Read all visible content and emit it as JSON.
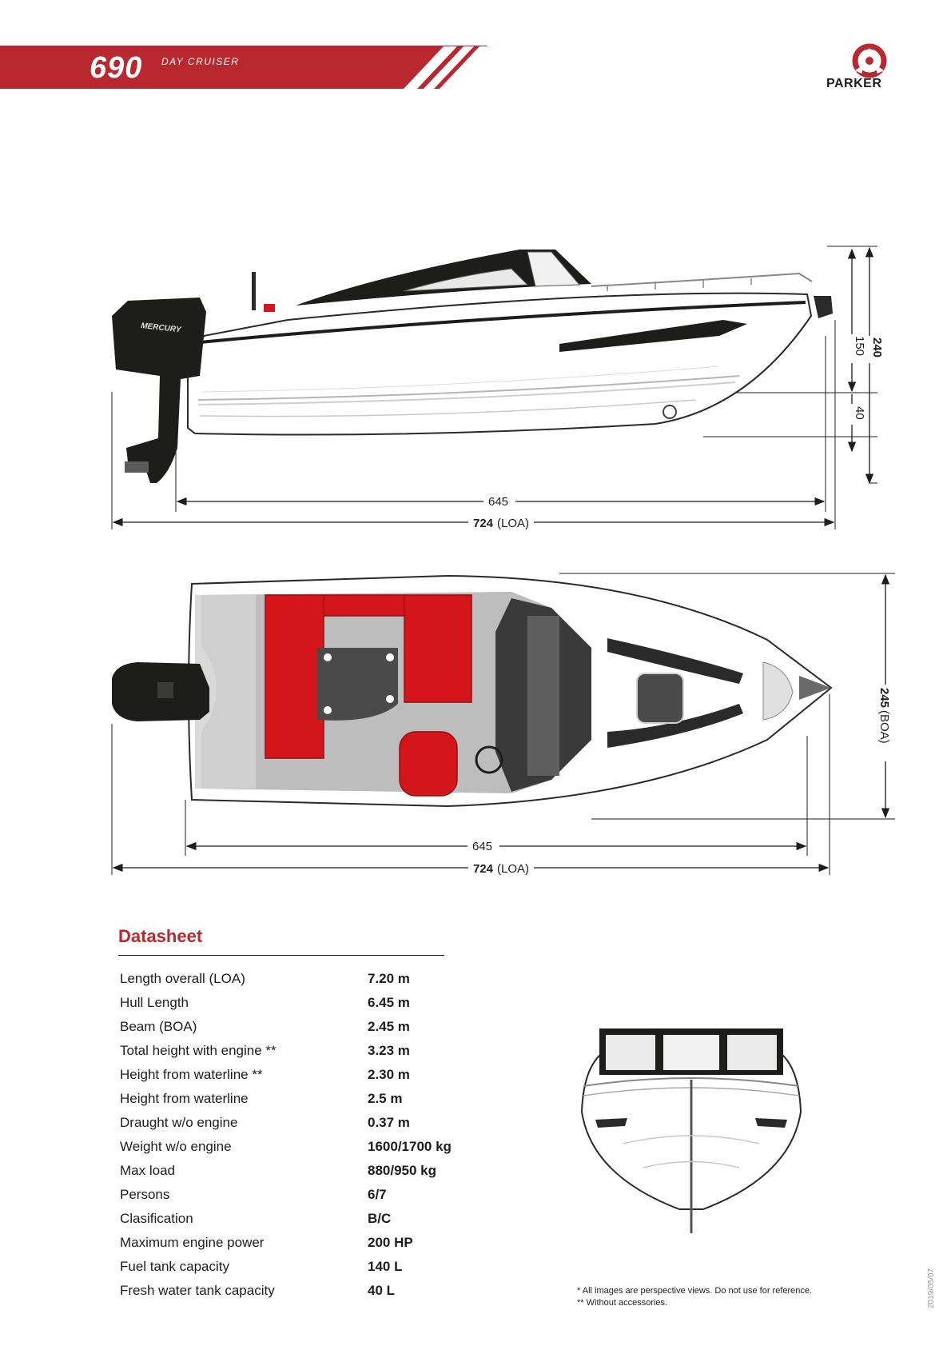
{
  "header": {
    "model_number": "690",
    "model_name": "DAY CRUISER",
    "brand": "PARKER"
  },
  "side_view": {
    "dim_hull_length": "645",
    "dim_loa_value": "724",
    "dim_loa_suffix": "(LOA)",
    "dim_height_total": "240",
    "dim_height_upper": "150",
    "dim_height_lower": "40",
    "engine_brand": "MERCURY"
  },
  "top_view": {
    "dim_hull_length": "645",
    "dim_loa_value": "724",
    "dim_loa_suffix": "(LOA)",
    "dim_beam_value": "245",
    "dim_beam_suffix": "(BOA)"
  },
  "datasheet": {
    "title": "Datasheet",
    "rows": [
      {
        "label": "Length overall (LOA)",
        "value": "7.20 m"
      },
      {
        "label": "Hull Length",
        "value": "6.45 m"
      },
      {
        "label": "Beam (BOA)",
        "value": "2.45 m"
      },
      {
        "label": "Total height with engine **",
        "value": "3.23 m"
      },
      {
        "label": "Height from waterline **",
        "value": "2.30 m"
      },
      {
        "label": "Height from waterline",
        "value": "2.5 m"
      },
      {
        "label": "Draught w/o engine",
        "value": "0.37 m"
      },
      {
        "label": "Weight w/o engine",
        "value": "1600/1700 kg"
      },
      {
        "label": "Max load",
        "value": "880/950 kg"
      },
      {
        "label": "Persons",
        "value": "6/7"
      },
      {
        "label": "Clasification",
        "value": "B/C"
      },
      {
        "label": "Maximum engine power",
        "value": "200 HP"
      },
      {
        "label": "Fuel tank capacity",
        "value": "140 L"
      },
      {
        "label": "Fresh water tank capacity",
        "value": "40 L"
      }
    ]
  },
  "notes": {
    "note1": "*  All images are perspective views. Do not use for reference.",
    "note2": "** Without accessories."
  },
  "date": "2019/05/07",
  "colors": {
    "brand_red": "#b8282e",
    "cushion_red": "#d4161b",
    "text_dark": "#1d1d1b"
  }
}
